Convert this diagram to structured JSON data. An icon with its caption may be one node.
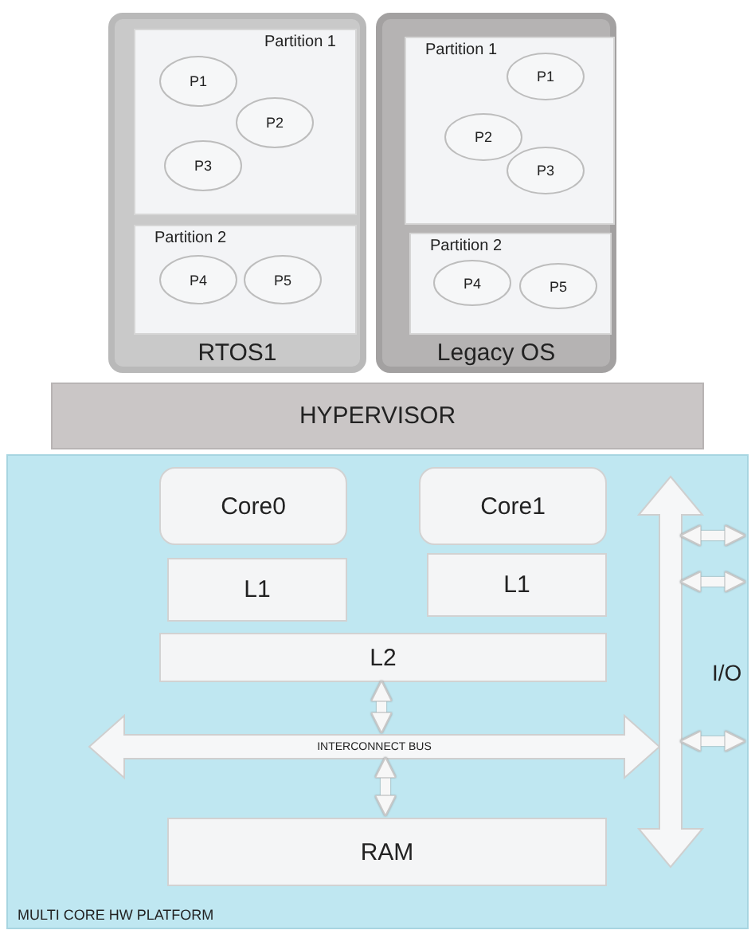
{
  "diagram": {
    "nodes": [
      {
        "text": [
          "RTOS1"
        ]
      },
      {
        "text": [
          "Partition 1"
        ],
        "in": 0
      },
      {
        "text": [
          "P1"
        ],
        "in": 1
      },
      {
        "text": [
          "P2"
        ],
        "in": 1
      },
      {
        "text": [
          "P3"
        ],
        "in": 1
      },
      {
        "text": [
          "Partition 2"
        ],
        "in": 0
      },
      {
        "text": [
          "P4"
        ],
        "in": 5
      },
      {
        "text": [
          "P5"
        ],
        "in": 5
      },
      {
        "text": [
          "Legacy OS"
        ]
      },
      {
        "text": [
          "Partition 1"
        ],
        "in": 8
      },
      {
        "text": [
          "P1"
        ],
        "in": 9
      },
      {
        "text": [
          "P2"
        ],
        "in": 9
      },
      {
        "text": [
          "P3"
        ],
        "in": 9
      },
      {
        "text": [
          "Partition 2"
        ],
        "in": 8
      },
      {
        "text": [
          "P4"
        ],
        "in": 13
      },
      {
        "text": [
          "P5"
        ],
        "in": 13
      },
      {
        "text": [
          "HYPERVISOR"
        ]
      },
      {
        "text": [
          "MULTI CORE HW PLATFORM"
        ]
      },
      {
        "text": [
          "Core0"
        ],
        "in": 17
      },
      {
        "text": [
          "Core1"
        ],
        "in": 17
      },
      {
        "text": [
          "L1"
        ],
        "in": 17
      },
      {
        "text": [
          "L1"
        ],
        "in": 17
      },
      {
        "text": [
          "L2"
        ],
        "in": 17
      },
      {
        "text": [
          "INTERCONNECT BUS"
        ],
        "in": 17
      },
      {
        "text": [
          "RAM"
        ],
        "in": 17
      },
      {
        "text": [
          "I/O"
        ],
        "in": 17
      }
    ],
    "edges": [
      {
        "from": 22,
        "to": 23,
        "arrow": "both"
      },
      {
        "from": 23,
        "to": 24,
        "arrow": "both"
      },
      {
        "from": 25,
        "to": null,
        "arrow": "both"
      },
      {
        "from": 25,
        "to": null,
        "arrow": "both"
      },
      {
        "from": 25,
        "to": null,
        "arrow": "both"
      }
    ]
  }
}
